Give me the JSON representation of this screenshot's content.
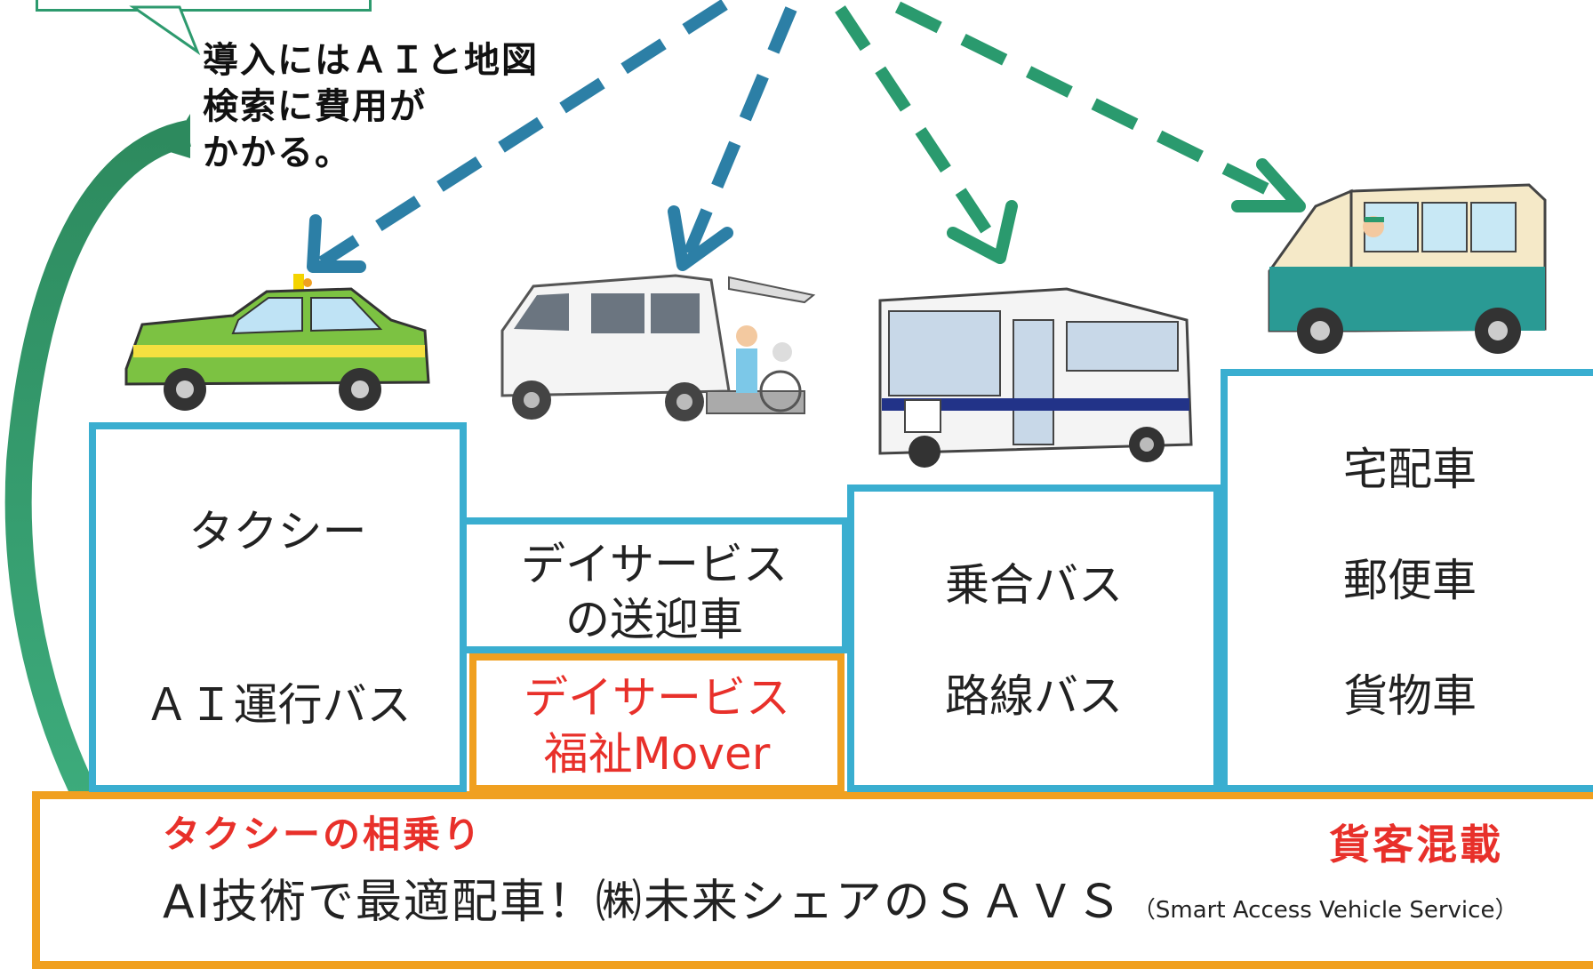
{
  "note": "導入にはＡＩと地図\n検索に費用が\nかかる。",
  "boxes": {
    "taxi": {
      "line1": "タクシー",
      "line2": "ＡＩ運行バス"
    },
    "dayservice": {
      "line1": "デイサービス",
      "line2": "の送迎車"
    },
    "welfare": {
      "line1": "デイサービス",
      "line2": "福祉Mover"
    },
    "bus": {
      "line1": "乗合バス",
      "line2": "路線バス"
    },
    "delivery": {
      "line1": "宅配車",
      "line2": "郵便車",
      "line3": "貨物車"
    }
  },
  "bottom": {
    "taxi_share": "タクシーの相乗り",
    "mixed_cargo": "貨客混載",
    "main": "AI技術で最適配車！㈱未来シェアのＳＡＶＳ",
    "sub": "（Smart  Access  Vehicle Service）"
  },
  "colors": {
    "blue_border": "#3aaed0",
    "orange_border": "#f0a020",
    "red_text": "#e8302a",
    "magenta_arrow": "#e83fa8",
    "dash_blue": "#2c7fa6",
    "dash_green": "#2a9a6e"
  }
}
